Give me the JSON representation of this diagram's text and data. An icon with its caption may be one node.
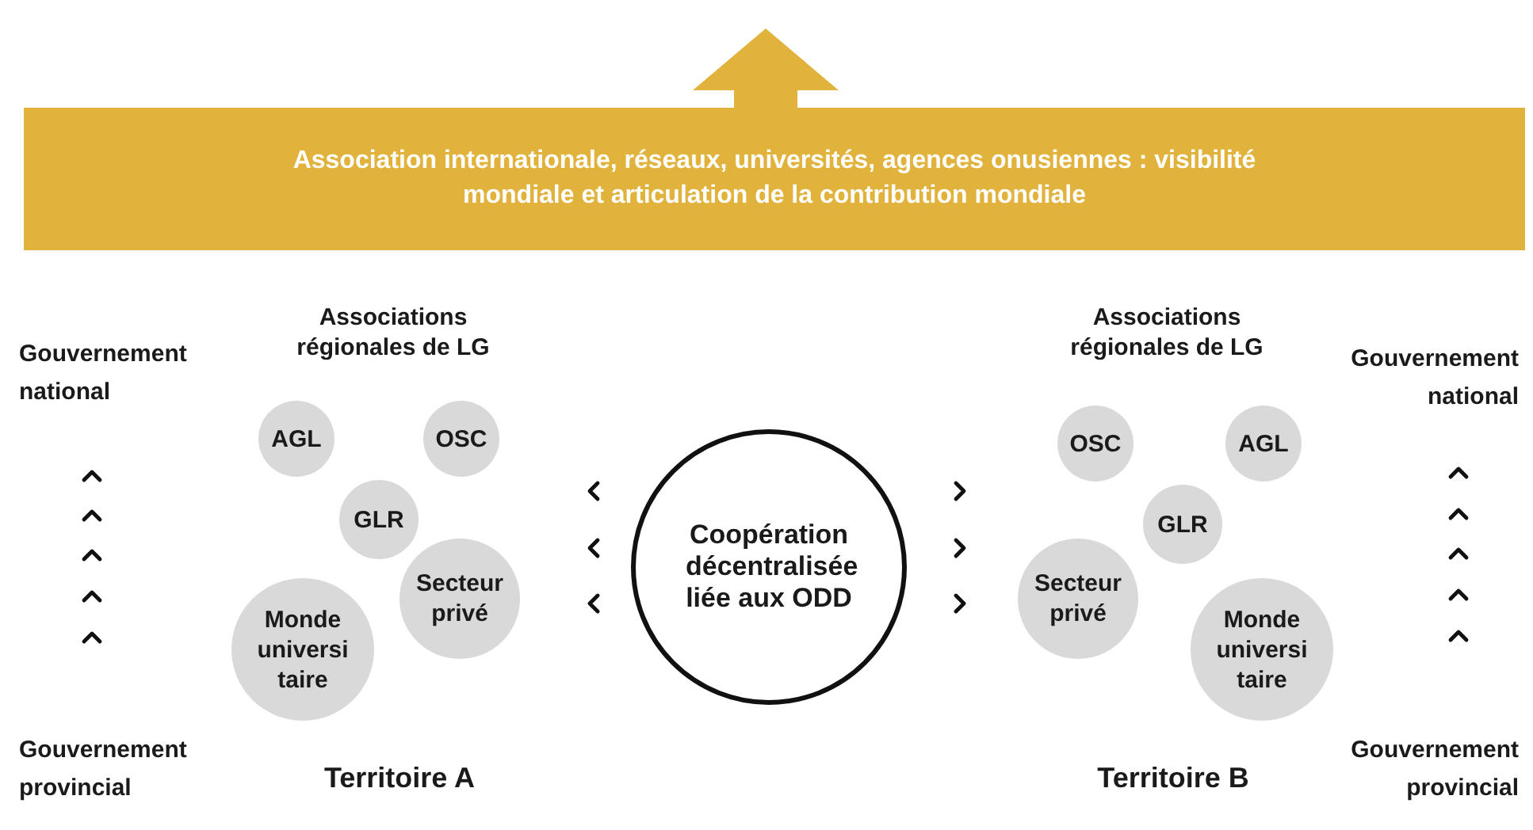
{
  "diagram": {
    "nodes": [
      {
        "text": [
          "Association internationale, réseaux, universités, agences onusiennes : visibilité mondiale et articulation de la contribution mondiale"
        ]
      },
      {
        "text": [
          "Gouvernement national"
        ]
      },
      {
        "text": [
          "AGL"
        ]
      },
      {
        "text": [
          "OSC"
        ]
      },
      {
        "text": [
          "GLR"
        ]
      },
      {
        "text": [
          "Monde universi taire"
        ]
      },
      {
        "text": [
          "Secteur privé"
        ]
      },
      {
        "text": [
          "Coopération décentralisée liée aux ODD"
        ]
      },
      {
        "text": [
          "OSC"
        ]
      },
      {
        "text": [
          "AGL"
        ]
      },
      {
        "text": [
          "GLR"
        ]
      },
      {
        "text": [
          "Secteur privé"
        ]
      },
      {
        "text": [
          "Monde universi taire"
        ]
      },
      {
        "text": [
          "Gouvernement national"
        ]
      },
      {
        "text": [
          "Gouvernement provincial"
        ]
      },
      {
        "text": [
          "Gouvernement provincial"
        ]
      }
    ],
    "labels": [
      "Associations régionales de LG",
      "Associations régionales de LG",
      "Territoire A",
      "Territoire B"
    ]
  }
}
